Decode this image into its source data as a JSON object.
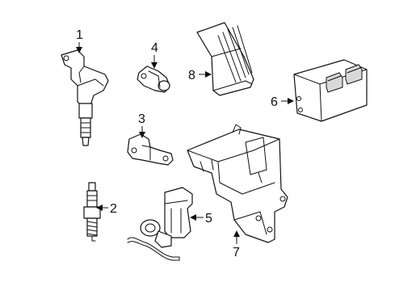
{
  "diagram": {
    "callouts": [
      {
        "id": "1",
        "label": "1"
      },
      {
        "id": "2",
        "label": "2"
      },
      {
        "id": "3",
        "label": "3"
      },
      {
        "id": "4",
        "label": "4"
      },
      {
        "id": "5",
        "label": "5"
      },
      {
        "id": "6",
        "label": "6"
      },
      {
        "id": "7",
        "label": "7"
      },
      {
        "id": "8",
        "label": "8"
      }
    ],
    "colors": {
      "line": "#111111",
      "background": "#ffffff",
      "shade": "#d9d9d9"
    }
  }
}
